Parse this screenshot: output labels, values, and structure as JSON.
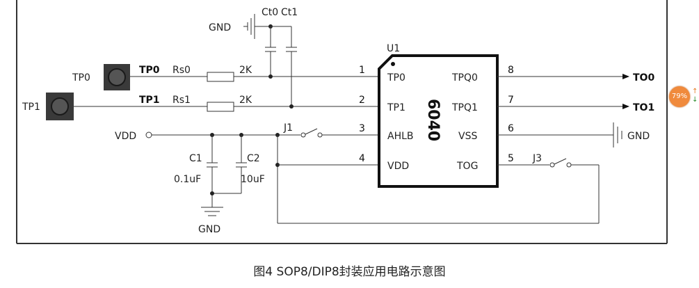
{
  "schematic": {
    "ref_ic": "U1",
    "ic_mark": "6040",
    "pins_left": [
      {
        "num": "1",
        "name": "TP0"
      },
      {
        "num": "2",
        "name": "TP1"
      },
      {
        "num": "3",
        "name": "AHLB"
      },
      {
        "num": "4",
        "name": "VDD"
      }
    ],
    "pins_right": [
      {
        "num": "8",
        "name": "TPQ0"
      },
      {
        "num": "7",
        "name": "TPQ1"
      },
      {
        "num": "6",
        "name": "VSS"
      },
      {
        "num": "5",
        "name": "TOG"
      }
    ],
    "pads": {
      "tp0": "TP0",
      "tp1": "TP1"
    },
    "nets": {
      "tp0": "TP0",
      "tp1": "TP1",
      "out0": "TO0",
      "out1": "TO1"
    },
    "resistors": [
      {
        "ref": "Rs0",
        "value": "2K"
      },
      {
        "ref": "Rs1",
        "value": "2K"
      }
    ],
    "caps_top": {
      "ct0": "Ct0",
      "ct1": "Ct1"
    },
    "caps": [
      {
        "ref": "C1",
        "value": "0.1uF"
      },
      {
        "ref": "C2",
        "value": "10uF"
      }
    ],
    "jumpers": {
      "j1": "J1",
      "j3": "J3"
    },
    "gnd_top": "GND",
    "gnd_right": "GND",
    "gnd_bottom": "GND",
    "vdd": "VDD"
  },
  "caption": "图4 SOP8/DIP8封装应用电路示意图",
  "zoom": {
    "level": "79%",
    "up": "↑",
    "down": "↓"
  }
}
